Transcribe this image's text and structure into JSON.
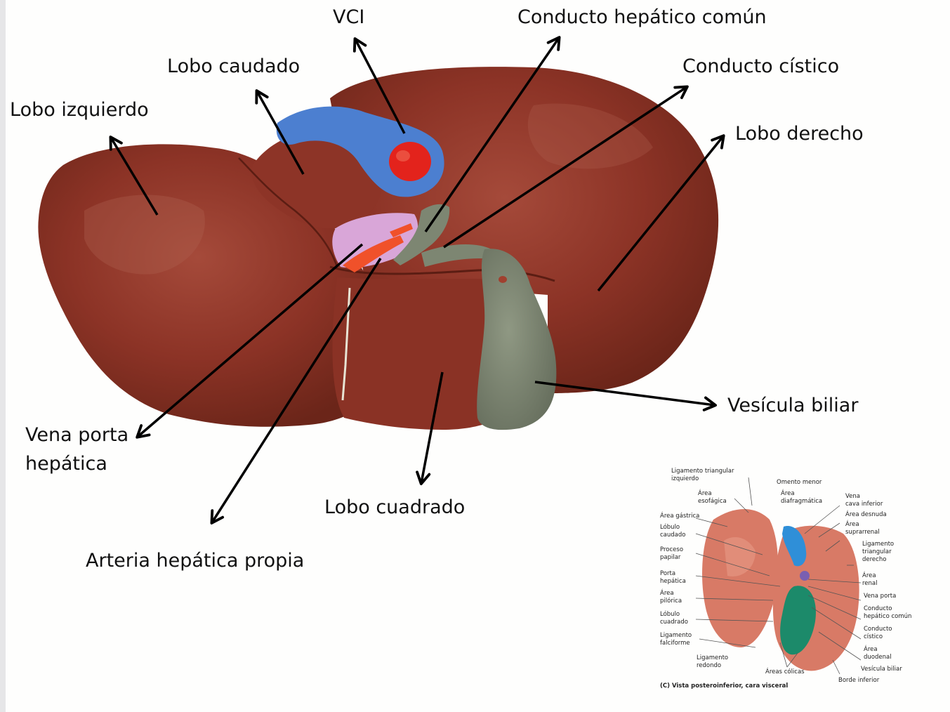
{
  "colors": {
    "liver": "#8c3326",
    "liver_dark": "#5e1e14",
    "liver_light": "#a8493a",
    "ivc_blue": "#4c7fd0",
    "ivc_red": "#e3231c",
    "gallbladder": "#7d8672",
    "portal_vein": "#d9a6d8",
    "hepatic_artery": "#f0512a",
    "inset_liver": "#d87a66",
    "inset_gallbladder": "#1c8a6a"
  },
  "labels": {
    "vci": "VCI",
    "conducto_hepatico_comun": "Conducto hepático común",
    "lobo_caudado": "Lobo caudado",
    "conducto_cistico": "Conducto cístico",
    "lobo_izquierdo": "Lobo izquierdo",
    "lobo_derecho": "Lobo derecho",
    "vesicula_biliar": "Vesícula biliar",
    "vena_porta_line1": "Vena porta",
    "vena_porta_line2": "hepática",
    "lobo_cuadrado": "Lobo cuadrado",
    "arteria_hepatica_propia": "Arteria hepática propia"
  },
  "inset": {
    "left_labels": [
      "Ligamento triangular",
      "izquierdo",
      "Área",
      "esofágica",
      "Área gástrica",
      "Lóbulo",
      "caudado",
      "Proceso",
      "papilar",
      "Porta",
      "hepática",
      "Área",
      "pilórica",
      "Lóbulo",
      "cuadrado",
      "Ligamento",
      "falciforme",
      "Ligamento",
      "redondo"
    ],
    "top_labels": [
      "Omento menor",
      "Área",
      "diafragmática"
    ],
    "right_labels": [
      "Vena",
      "cava inferior",
      "Área desnuda",
      "Área",
      "suprarrenal",
      "Ligamento",
      "triangular",
      "derecho",
      "Área",
      "renal",
      "Vena porta",
      "Conducto",
      "hepático común",
      "Conducto",
      "cístico",
      "Área",
      "duodenal",
      "Vesícula biliar",
      "Borde inferior"
    ],
    "bottom_labels": [
      "Áreas cólicas"
    ],
    "caption": "(C) Vista posteroinferior, cara visceral"
  }
}
